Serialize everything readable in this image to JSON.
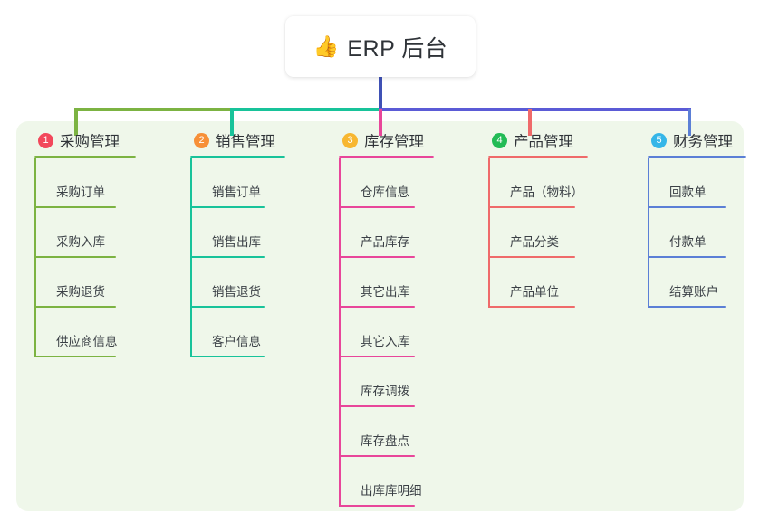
{
  "root": {
    "icon": "thumbs-up-icon",
    "emoji": "👍",
    "title": "ERP 后台",
    "stem_color": "#3f51b5"
  },
  "panel": {
    "background": "#eff7ea"
  },
  "bus": {
    "left_segment_color": "#7cb342",
    "mid_segment_color": "#18c39a",
    "right_segment_color": "#5b5bd6"
  },
  "columns": [
    {
      "index": "1",
      "badge_color": "#f2485b",
      "line_color": "#7cb342",
      "drop_color": "#7cb342",
      "title": "采购管理",
      "items": [
        {
          "label": "采购订单"
        },
        {
          "label": "采购入库"
        },
        {
          "label": "采购退货"
        },
        {
          "label": "供应商信息"
        }
      ]
    },
    {
      "index": "2",
      "badge_color": "#f79038",
      "line_color": "#18c39a",
      "drop_color": "#18c39a",
      "title": "销售管理",
      "items": [
        {
          "label": "销售订单"
        },
        {
          "label": "销售出库"
        },
        {
          "label": "销售退货"
        },
        {
          "label": "客户信息"
        }
      ]
    },
    {
      "index": "3",
      "badge_color": "#f7b731",
      "line_color": "#e8469a",
      "drop_color": "#e8469a",
      "title": "库存管理",
      "items": [
        {
          "label": "仓库信息"
        },
        {
          "label": "产品库存"
        },
        {
          "label": "其它出库"
        },
        {
          "label": "其它入库"
        },
        {
          "label": "库存调拨"
        },
        {
          "label": "库存盘点"
        },
        {
          "label": "出库库明细"
        }
      ]
    },
    {
      "index": "4",
      "badge_color": "#22bb55",
      "line_color": "#ef6a6a",
      "drop_color": "#ef6a6a",
      "title": "产品管理",
      "items": [
        {
          "label": "产品（物料）"
        },
        {
          "label": "产品分类"
        },
        {
          "label": "产品单位"
        }
      ]
    },
    {
      "index": "5",
      "badge_color": "#35b6e8",
      "line_color": "#5b7fd6",
      "drop_color": "#5b7fd6",
      "title": "财务管理",
      "items": [
        {
          "label": "回款单"
        },
        {
          "label": "付款单"
        },
        {
          "label": "结算账户"
        }
      ]
    }
  ]
}
